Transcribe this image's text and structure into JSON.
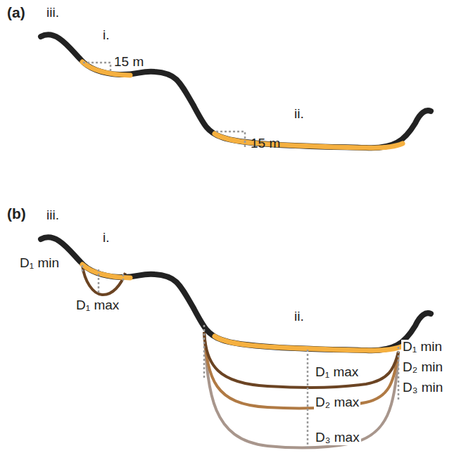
{
  "diagram": {
    "labels": [
      "(a)",
      "iii.",
      "i.",
      "15 m",
      "ii.",
      "15 m",
      "(b)",
      "iii.",
      "i.",
      "D₁ min",
      "D₁ max",
      "ii.",
      "D₁ min",
      "D₂ min",
      "D₃ min",
      "D₁ max",
      "D₂ max",
      "D₃ max"
    ]
  }
}
